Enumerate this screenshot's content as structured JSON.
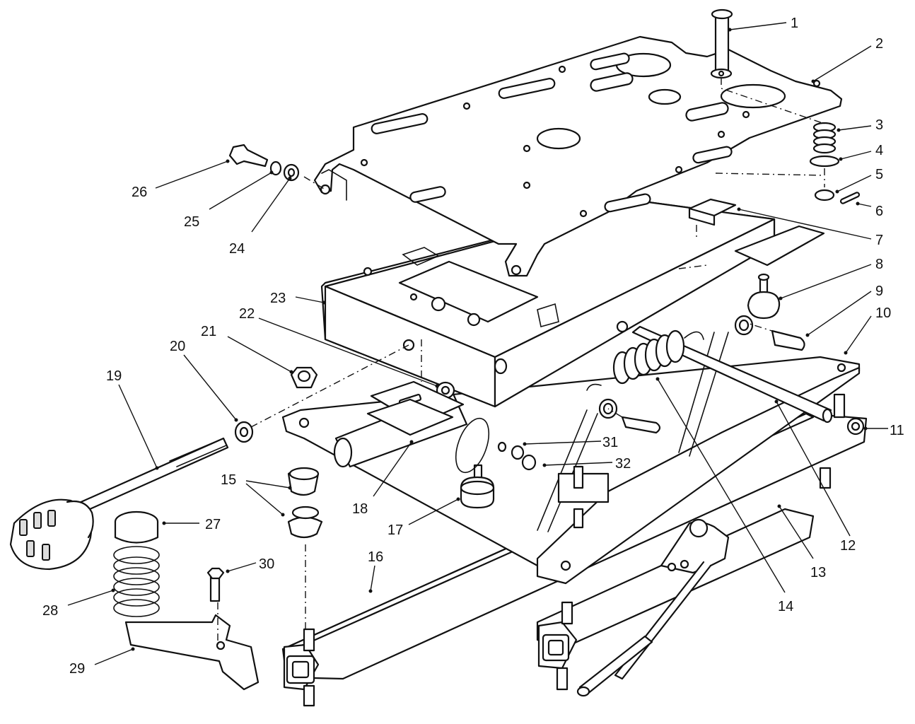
{
  "callouts": [
    {
      "id": "1",
      "label": "1"
    },
    {
      "id": "2",
      "label": "2"
    },
    {
      "id": "3",
      "label": "3"
    },
    {
      "id": "4",
      "label": "4"
    },
    {
      "id": "5",
      "label": "5"
    },
    {
      "id": "6",
      "label": "6"
    },
    {
      "id": "7",
      "label": "7"
    },
    {
      "id": "8",
      "label": "8"
    },
    {
      "id": "9",
      "label": "9"
    },
    {
      "id": "10",
      "label": "10"
    },
    {
      "id": "11",
      "label": "11"
    },
    {
      "id": "12",
      "label": "12"
    },
    {
      "id": "13",
      "label": "13"
    },
    {
      "id": "14",
      "label": "14"
    },
    {
      "id": "15",
      "label": "15"
    },
    {
      "id": "16",
      "label": "16"
    },
    {
      "id": "17",
      "label": "17"
    },
    {
      "id": "18",
      "label": "18"
    },
    {
      "id": "19",
      "label": "19"
    },
    {
      "id": "20",
      "label": "20"
    },
    {
      "id": "21",
      "label": "21"
    },
    {
      "id": "22",
      "label": "22"
    },
    {
      "id": "23",
      "label": "23"
    },
    {
      "id": "24",
      "label": "24"
    },
    {
      "id": "25",
      "label": "25"
    },
    {
      "id": "26",
      "label": "26"
    },
    {
      "id": "27",
      "label": "27"
    },
    {
      "id": "28",
      "label": "28"
    },
    {
      "id": "29",
      "label": "29"
    },
    {
      "id": "30",
      "label": "30"
    },
    {
      "id": "31",
      "label": "31"
    },
    {
      "id": "32",
      "label": "32"
    }
  ],
  "colors": {
    "line": "#111111",
    "background": "#ffffff",
    "shade": "#dcdcdc"
  }
}
